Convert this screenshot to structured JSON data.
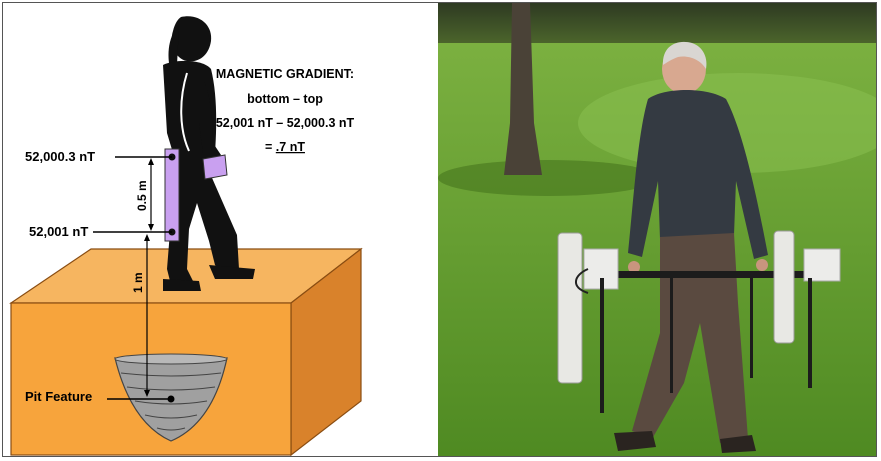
{
  "gradient": {
    "heading": "MAGNETIC GRADIENT:",
    "formula": "bottom – top",
    "calculation": "52,001 nT – 52,000.3 nT",
    "result_prefix": "= ",
    "result_value": ".7 nT"
  },
  "sensors": {
    "top_reading": "52,000.3 nT",
    "bottom_reading": "52,001 nT",
    "sensor_separation": "0.5 m",
    "ground_clearance": "1 m"
  },
  "feature": {
    "label": "Pit Feature"
  },
  "colors": {
    "soil_front": "#f7a43c",
    "soil_top": "#f6b560",
    "soil_side": "#d9822b",
    "sensor_purple": "#c9a0f0",
    "pit_gray": "#9a9a9a",
    "grass": "#5d9a2c"
  }
}
